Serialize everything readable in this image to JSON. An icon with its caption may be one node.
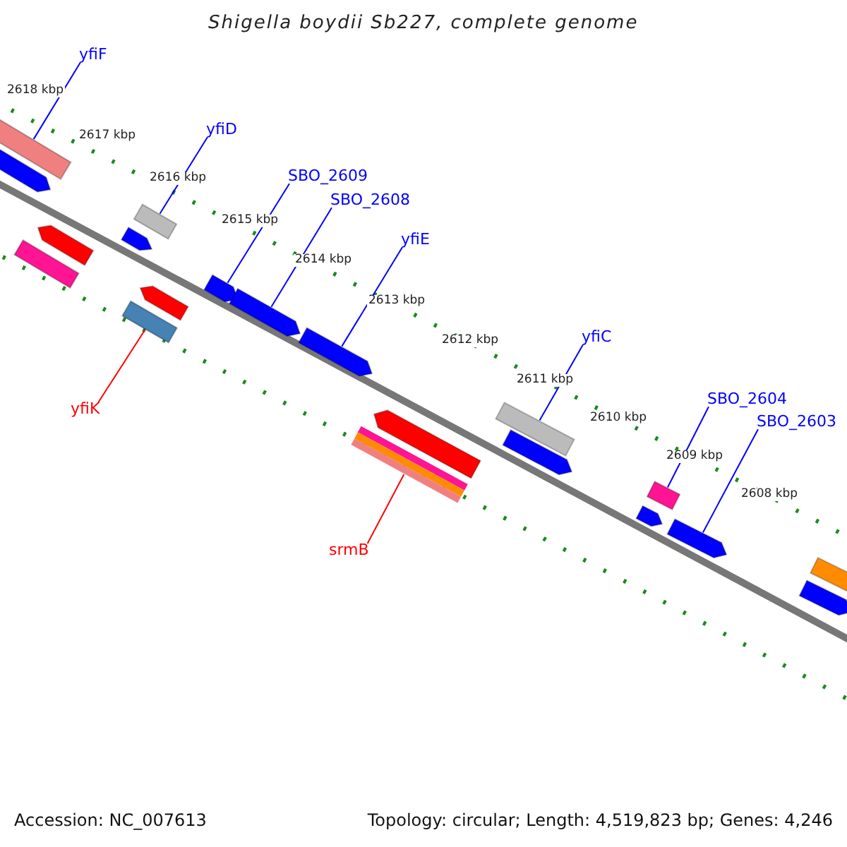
{
  "diagram": {
    "title": "Shigella boydii Sb227, complete genome",
    "nodes": [
      {
        "text": [
          "yfiF"
        ]
      },
      {
        "text": [],
        "shape": "bar"
      },
      {
        "text": [
          "yfiD"
        ]
      },
      {
        "text": [],
        "shape": "bar"
      },
      {
        "text": [
          "SBO_2609"
        ]
      },
      {
        "text": [],
        "shape": "pentagon"
      },
      {
        "text": [
          "SBO_2608"
        ]
      },
      {
        "text": [],
        "shape": "pentagon"
      },
      {
        "text": [
          "yfiE"
        ]
      },
      {
        "text": [],
        "shape": "pentagon"
      },
      {
        "text": [
          "yfiC"
        ]
      },
      {
        "text": [],
        "shape": "bar"
      },
      {
        "text": [
          "SBO_2604"
        ]
      },
      {
        "text": [],
        "shape": "bar"
      },
      {
        "text": [
          "SBO_2603"
        ]
      },
      {
        "text": [],
        "shape": "pentagon"
      },
      {
        "text": [
          "yfiK"
        ]
      },
      {
        "text": [],
        "shape": "bar"
      },
      {
        "text": [
          "srmB"
        ]
      },
      {
        "text": [],
        "shape": "bar"
      },
      {
        "text": [],
        "shape": "pentagon"
      },
      {
        "text": [],
        "shape": "pentagon"
      },
      {
        "text": [],
        "shape": "pentagon"
      },
      {
        "text": [],
        "shape": "bar"
      },
      {
        "text": [],
        "shape": "pentagon"
      },
      {
        "text": [],
        "shape": "pentagon"
      },
      {
        "text": [],
        "shape": "pentagon"
      },
      {
        "text": [],
        "shape": "pentagon"
      },
      {
        "text": [],
        "shape": "bar"
      },
      {
        "text": [],
        "shape": "pentagon"
      }
    ],
    "edges": [
      {
        "from": 0,
        "to": 1,
        "arrow": "none"
      },
      {
        "from": 2,
        "to": 3,
        "arrow": "none"
      },
      {
        "from": 4,
        "to": 5,
        "arrow": "none"
      },
      {
        "from": 6,
        "to": 7,
        "arrow": "none"
      },
      {
        "from": 8,
        "to": 9,
        "arrow": "none"
      },
      {
        "from": 10,
        "to": 11,
        "arrow": "none"
      },
      {
        "from": 12,
        "to": 13,
        "arrow": "none"
      },
      {
        "from": 14,
        "to": 15,
        "arrow": "none"
      },
      {
        "from": 16,
        "to": 17,
        "arrow": "none",
        "color": "#ff0000"
      },
      {
        "from": 18,
        "to": 19,
        "arrow": "none",
        "color": "#ff0000"
      }
    ],
    "labels": [
      "2618 kbp",
      "2617 kbp",
      "2616 kbp",
      "2615 kbp",
      "2614 kbp",
      "2613 kbp",
      "2612 kbp",
      "2611 kbp",
      "2610 kbp",
      "2609 kbp",
      "2608 kbp",
      "Accession: NC_007613",
      "Topology: circular; Length: 4,519,823 bp; Genes: 4,246"
    ]
  }
}
